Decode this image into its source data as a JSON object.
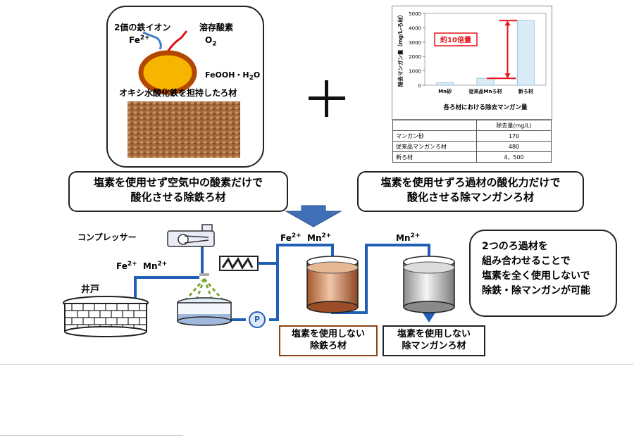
{
  "particle_panel": {
    "iron_ion": "2価の鉄イオン",
    "fe_symbol": "Fe",
    "fe_sup": "2+",
    "dissolved_oxygen": "溶存酸素",
    "o2_symbol": "O",
    "o2_sub": "2",
    "feooh": "FeOOH・H",
    "feooh_sub": "2",
    "feooh_end": "O",
    "caption": "オキシ水酸化鉄を担持したろ材"
  },
  "plus_sign": "+",
  "chart_data": {
    "type": "bar",
    "title": "各ろ材における除去マンガン量",
    "ylabel": "除去マンガン量（mg/L-ろ材）",
    "categories": [
      "Mn砂",
      "従来品Mnろ材",
      "新ろ材"
    ],
    "values": [
      170,
      480,
      4500
    ],
    "ylim": [
      0,
      5000
    ],
    "yticks": [
      "0",
      "1000",
      "2000",
      "3000",
      "4000",
      "5000"
    ],
    "annotation": "約10倍量",
    "bar_color": "#d9ecf8",
    "annotation_color": "#e8141c",
    "table": {
      "header": [
        "",
        "除去量(mg/L)"
      ],
      "rows": [
        [
          "マンガン砂",
          "170"
        ],
        [
          "従来品マンガンろ材",
          "480"
        ],
        [
          "新ろ材",
          "4，500"
        ]
      ]
    }
  },
  "caption_left": [
    "塩素を使用せず空気中の酸素だけで",
    "酸化させる除鉄ろ材"
  ],
  "caption_right": [
    "塩素を使用せずろ過材の酸化力だけで",
    "酸化させる除マンガンろ材"
  ],
  "flow": {
    "compressor_label": "コンプレッサー",
    "well_label": "井戸",
    "fe": "Fe",
    "mn": "Mn",
    "ion_sup": "2+",
    "pump_label": "P",
    "iron_filter_label": [
      "塩素を使用しない",
      "除鉄ろ材"
    ],
    "mn_filter_label": [
      "塩素を使用しない",
      "除マンガンろ材"
    ],
    "pipe_color": "#1f5fb5",
    "iron_box_color": "#8b4513"
  },
  "summary": [
    "2つのろ過材を",
    "組み合わせることで",
    "塩素を全く使用しないで",
    "除鉄・除マンガンが可能"
  ]
}
